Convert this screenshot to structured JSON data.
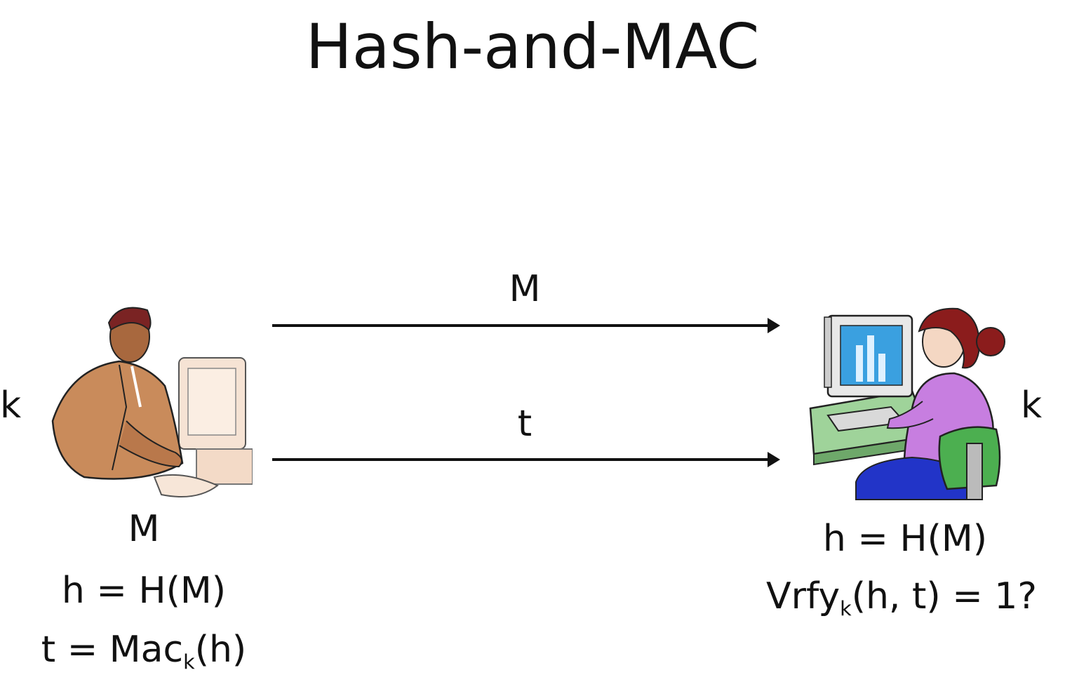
{
  "title": "Hash-and-MAC",
  "left_party": {
    "key_label": "k",
    "message_label": "M",
    "hash_line": "h = H(M)",
    "tag_prefix": "t = Mac",
    "tag_sub": "k",
    "tag_suffix": "(h)"
  },
  "right_party": {
    "key_label": "k",
    "hash_line": "h = H(M)",
    "verify_prefix": "Vrfy",
    "verify_sub": "k",
    "verify_suffix": "(h, t) = 1?"
  },
  "arrows": [
    {
      "label": "M"
    },
    {
      "label": "t"
    }
  ],
  "colors": {
    "text": "#111111",
    "man_suit": "#c98b5b",
    "woman_shirt": "#c77ee0",
    "woman_hair": "#8b1c1c",
    "monitor_screen": "#3aa0e0",
    "desk": "#9fd39a",
    "chair": "#4caf50",
    "pants": "#2234c8"
  }
}
